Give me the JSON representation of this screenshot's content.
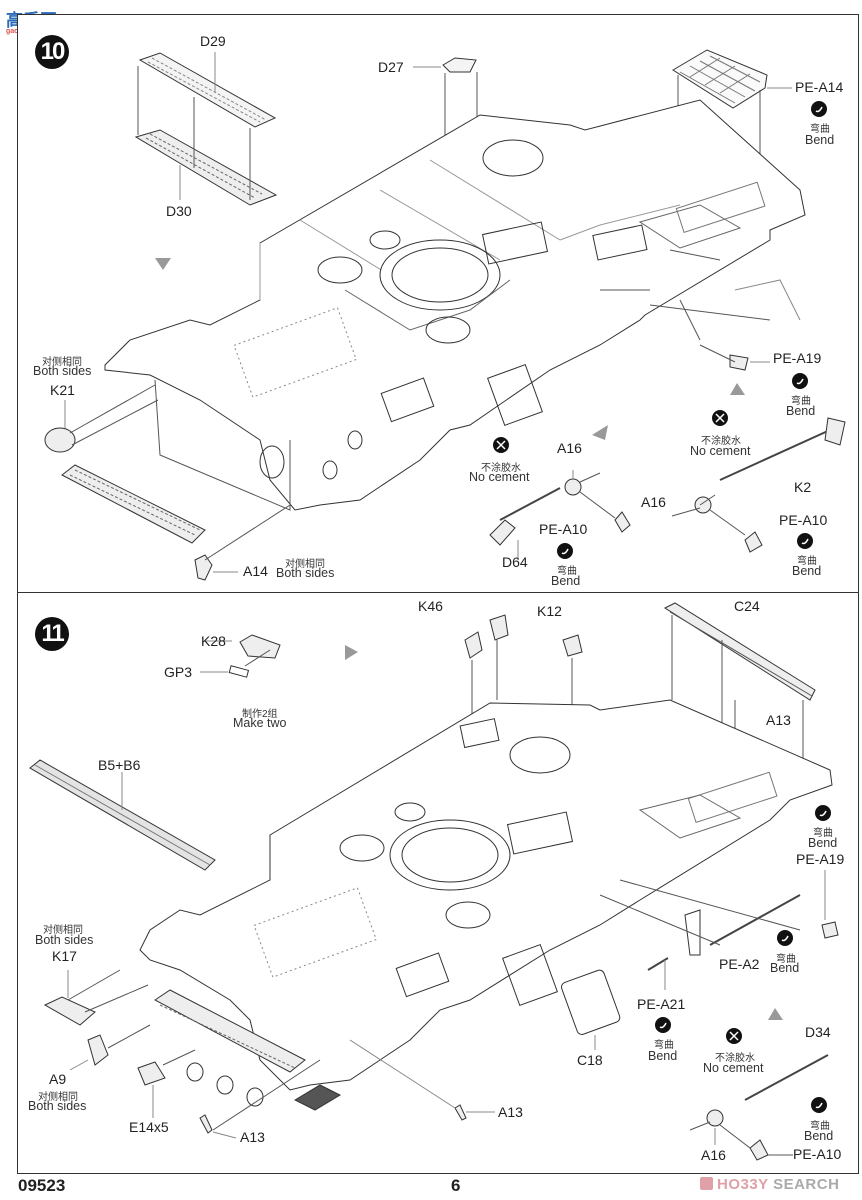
{
  "page": {
    "kit_number": "09523",
    "page_number": "6",
    "watermark": {
      "prefix": "HO33Y",
      "suffix": " SEARCH"
    },
    "site_logo": {
      "text": "高手网",
      "subtext": "gao-shou.com"
    }
  },
  "common": {
    "bend_cn": "弯曲",
    "bend_en": "Bend",
    "no_cement_cn": "不涂胶水",
    "no_cement_en": "No cement",
    "both_sides_cn": "对侧相同",
    "both_sides_en": "Both sides",
    "make_two_cn": "制作2组",
    "make_two_en": "Make two"
  },
  "step10": {
    "number": "10",
    "parts": {
      "d29": "D29",
      "d30": "D30",
      "d27": "D27",
      "pe_a14": "PE-A14",
      "k21": "K21",
      "a14": "A14",
      "pe_a19": "PE-A19",
      "a16_left": "A16",
      "pe_a10_left": "PE-A10",
      "d64": "D64",
      "a16_right": "A16",
      "k2": "K2",
      "pe_a10_right": "PE-A10"
    }
  },
  "step11": {
    "number": "11",
    "parts": {
      "k28": "K28",
      "gp3": "GP3",
      "k46": "K46",
      "k12": "K12",
      "c24": "C24",
      "a13_top": "A13",
      "b5b6": "B5+B6",
      "pe_a19": "PE-A19",
      "pe_a2": "PE-A2",
      "pe_a21": "PE-A21",
      "c18": "C18",
      "k17": "K17",
      "a9": "A9",
      "e14x5": "E14x5",
      "a13_bottom": "A13",
      "a13_mid": "A13",
      "d34": "D34",
      "a16": "A16",
      "pe_a10": "PE-A10"
    }
  }
}
